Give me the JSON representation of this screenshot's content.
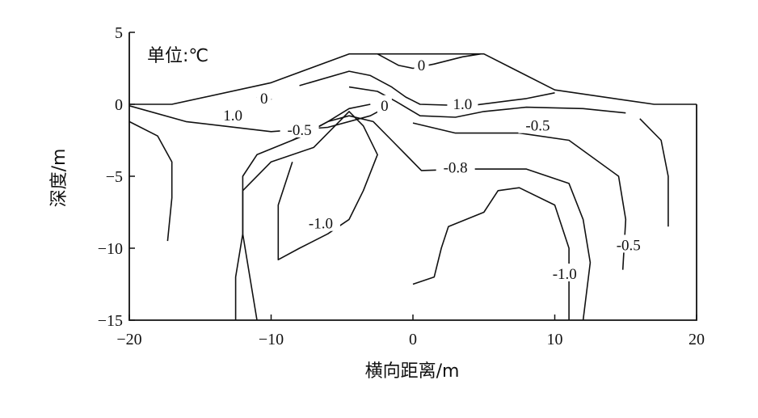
{
  "chart_data": {
    "type": "contour",
    "unit_note": "单位:℃",
    "xlabel": "横向距离/m",
    "ylabel": "深度/m",
    "xlim": [
      -20,
      20
    ],
    "ylim": [
      -15,
      5
    ],
    "x_ticks": [
      -20,
      -10,
      0,
      10,
      20
    ],
    "y_ticks": [
      5,
      0,
      -5,
      -10,
      -15
    ],
    "x_tick_labels": [
      "−20",
      "−10",
      "0",
      "10",
      "20"
    ],
    "y_tick_labels": [
      "5",
      "0",
      "−5",
      "−10",
      "−15"
    ],
    "embankment_outline": [
      [
        -20,
        0
      ],
      [
        -17,
        0
      ],
      [
        -10,
        1.5
      ],
      [
        -4.5,
        3.5
      ],
      [
        5,
        3.5
      ],
      [
        10,
        1
      ],
      [
        17,
        0
      ],
      [
        20,
        0
      ]
    ],
    "contours": [
      {
        "level": "1.0",
        "points": [
          [
            -20,
            -0.1
          ],
          [
            -16,
            -1.2
          ],
          [
            -10,
            -1.9
          ],
          [
            -6,
            -1.6
          ],
          [
            -3,
            -0.8
          ],
          [
            -1.5,
            0
          ]
        ],
        "label_at": [
          -12.7,
          -0.8
        ]
      },
      {
        "level": "0",
        "points": [
          [
            -11,
            0.5
          ],
          [
            -10,
            0.35
          ],
          [
            -10.5,
            0.2
          ],
          [
            -11,
            0.5
          ]
        ],
        "label_at": [
          -10.5,
          0.4
        ]
      },
      {
        "level": "0",
        "points": [
          [
            -4.5,
            1.2
          ],
          [
            -2.5,
            0.9
          ],
          [
            -1.2,
            0.2
          ],
          [
            0.5,
            -0.8
          ],
          [
            3,
            -0.9
          ],
          [
            5,
            -0.5
          ],
          [
            8,
            -0.2
          ],
          [
            12,
            -0.3
          ],
          [
            15,
            -0.6
          ]
        ],
        "label_at": [
          -2.0,
          -0.1
        ]
      },
      {
        "level": "1.0",
        "points": [
          [
            -8,
            1.3
          ],
          [
            -4.5,
            2.3
          ],
          [
            -3,
            2
          ],
          [
            -1.5,
            1.2
          ],
          [
            -0.5,
            0.5
          ],
          [
            0.5,
            0
          ],
          [
            4,
            -0.1
          ],
          [
            8,
            0.4
          ],
          [
            10,
            0.8
          ]
        ],
        "label_at": [
          3.5,
          0.0
        ]
      },
      {
        "level": "0",
        "points": [
          [
            -2.5,
            3.5
          ],
          [
            -1,
            2.7
          ],
          [
            0,
            2.5
          ],
          [
            1.5,
            2.8
          ],
          [
            3.5,
            3.3
          ],
          [
            4.8,
            3.5
          ]
        ],
        "label_at": [
          0.6,
          2.7
        ]
      },
      {
        "level": "-0.5",
        "points": [
          [
            -20,
            -1.2
          ],
          [
            -18,
            -2.2
          ],
          [
            -17,
            -4
          ],
          [
            -17,
            -6.5
          ],
          [
            -17.3,
            -9.5
          ]
        ],
        "label_at": [
          -8.0,
          -1.8
        ]
      },
      {
        "level": "-0.5",
        "points": [
          [
            -8.5,
            -2.5
          ],
          [
            -6,
            -1.2
          ],
          [
            -4.5,
            -0.3
          ],
          [
            -3,
            0
          ]
        ],
        "label_at": [
          -8.0,
          -1.8
        ]
      },
      {
        "level": "-0.5",
        "points": [
          [
            0,
            -1.3
          ],
          [
            3,
            -2
          ],
          [
            7.5,
            -2
          ],
          [
            11,
            -2.5
          ],
          [
            14.5,
            -5
          ],
          [
            15,
            -8
          ],
          [
            14.8,
            -11.5
          ]
        ],
        "label_at": [
          8.8,
          -1.5
        ]
      },
      {
        "level": "-0.5",
        "points": [
          [
            16,
            -1
          ],
          [
            17.5,
            -2.5
          ],
          [
            18,
            -5
          ],
          [
            18,
            -8.5
          ]
        ],
        "label_at": [
          15.2,
          -9.8
        ]
      },
      {
        "level": "-0.8",
        "points": [
          [
            -12.5,
            -15
          ],
          [
            -12.5,
            -12
          ],
          [
            -12,
            -9
          ],
          [
            -12,
            -5
          ],
          [
            -11,
            -3.5
          ],
          [
            -8,
            -2.3
          ],
          [
            -6,
            -1.2
          ],
          [
            -4.5,
            -0.8
          ],
          [
            -2.8,
            -1.2
          ],
          [
            -1.5,
            -2.5
          ],
          [
            0.6,
            -4.6
          ],
          [
            4,
            -4.5
          ],
          [
            8,
            -4.5
          ],
          [
            11,
            -5.5
          ],
          [
            12,
            -8
          ],
          [
            12.5,
            -11
          ],
          [
            12,
            -15
          ]
        ],
        "label_at": [
          3.0,
          -4.4
        ]
      },
      {
        "level": "-1.0",
        "points": [
          [
            -11,
            -15
          ],
          [
            -11.5,
            -12
          ],
          [
            -12,
            -9
          ],
          [
            -12,
            -6
          ],
          [
            -10,
            -4
          ],
          [
            -7,
            -3
          ],
          [
            -5,
            -1
          ],
          [
            -4.5,
            -0.5
          ],
          [
            -3.5,
            -1.5
          ],
          [
            -2.5,
            -3.5
          ],
          [
            -3.5,
            -6
          ],
          [
            -4.5,
            -8
          ],
          [
            -6,
            -9
          ],
          [
            -8,
            -10
          ],
          [
            -9.5,
            -10.8
          ],
          [
            -9.5,
            -7
          ],
          [
            -8.5,
            -4
          ]
        ],
        "label_at": [
          -6.5,
          -8.3
        ]
      },
      {
        "level": "-1.0",
        "points": [
          [
            0,
            -12.5
          ],
          [
            1.5,
            -12
          ],
          [
            2,
            -10
          ],
          [
            2.5,
            -8.5
          ],
          [
            5,
            -7.5
          ],
          [
            6,
            -6
          ],
          [
            7.5,
            -5.8
          ],
          [
            10,
            -7
          ],
          [
            11,
            -10
          ],
          [
            11,
            -15
          ]
        ],
        "label_at": [
          10.7,
          -11.8
        ]
      }
    ]
  }
}
